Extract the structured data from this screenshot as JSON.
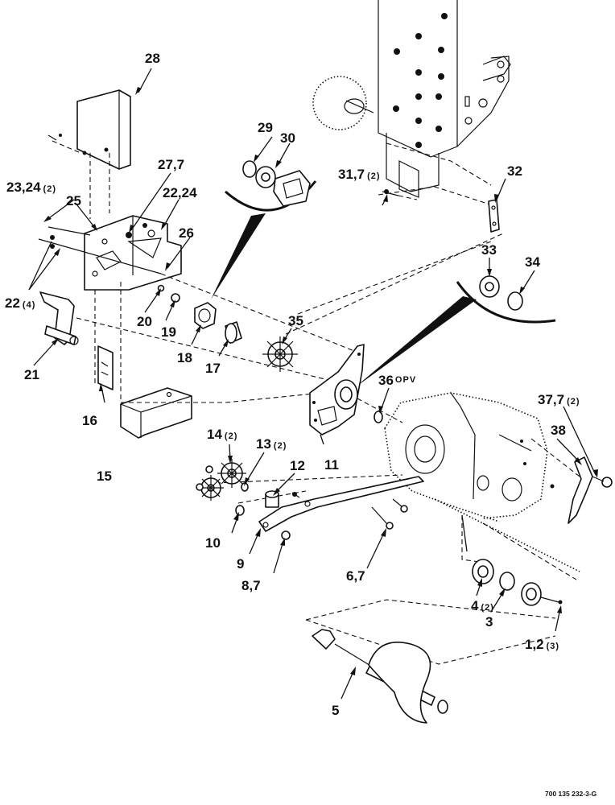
{
  "callouts": {
    "c1": {
      "main": "1,2",
      "sub": "(3)"
    },
    "c3": {
      "main": "3",
      "sub": ""
    },
    "c4": {
      "main": "4",
      "sub": "(2)"
    },
    "c5": {
      "main": "5",
      "sub": ""
    },
    "c6": {
      "main": "6,7",
      "sub": ""
    },
    "c8": {
      "main": "8,7",
      "sub": ""
    },
    "c9": {
      "main": "9",
      "sub": ""
    },
    "c10": {
      "main": "10",
      "sub": ""
    },
    "c11": {
      "main": "11",
      "sub": ""
    },
    "c12": {
      "main": "12",
      "sub": ""
    },
    "c13": {
      "main": "13",
      "sub": "(2)"
    },
    "c14": {
      "main": "14",
      "sub": "(2)"
    },
    "c15": {
      "main": "15",
      "sub": ""
    },
    "c16": {
      "main": "16",
      "sub": ""
    },
    "c17": {
      "main": "17",
      "sub": ""
    },
    "c18": {
      "main": "18",
      "sub": ""
    },
    "c19": {
      "main": "19",
      "sub": ""
    },
    "c20": {
      "main": "20",
      "sub": ""
    },
    "c21": {
      "main": "21",
      "sub": ""
    },
    "c22a": {
      "main": "22",
      "sub": "(4)"
    },
    "c22b": {
      "main": "22,24",
      "sub": ""
    },
    "c23": {
      "main": "23,24",
      "sub": "(2)"
    },
    "c25": {
      "main": "25",
      "sub": ""
    },
    "c26": {
      "main": "26",
      "sub": ""
    },
    "c27": {
      "main": "27,7",
      "sub": ""
    },
    "c28": {
      "main": "28",
      "sub": ""
    },
    "c29": {
      "main": "29",
      "sub": ""
    },
    "c30": {
      "main": "30",
      "sub": ""
    },
    "c31": {
      "main": "31,7",
      "sub": "(2)"
    },
    "c32": {
      "main": "32",
      "sub": ""
    },
    "c33": {
      "main": "33",
      "sub": ""
    },
    "c34": {
      "main": "34",
      "sub": ""
    },
    "c35": {
      "main": "35",
      "sub": ""
    },
    "c36": {
      "main": "36",
      "sub": "OPV"
    },
    "c37": {
      "main": "37,7",
      "sub": "(2)"
    },
    "c38": {
      "main": "38",
      "sub": ""
    }
  },
  "figure_code": "700 135 232-3-G"
}
